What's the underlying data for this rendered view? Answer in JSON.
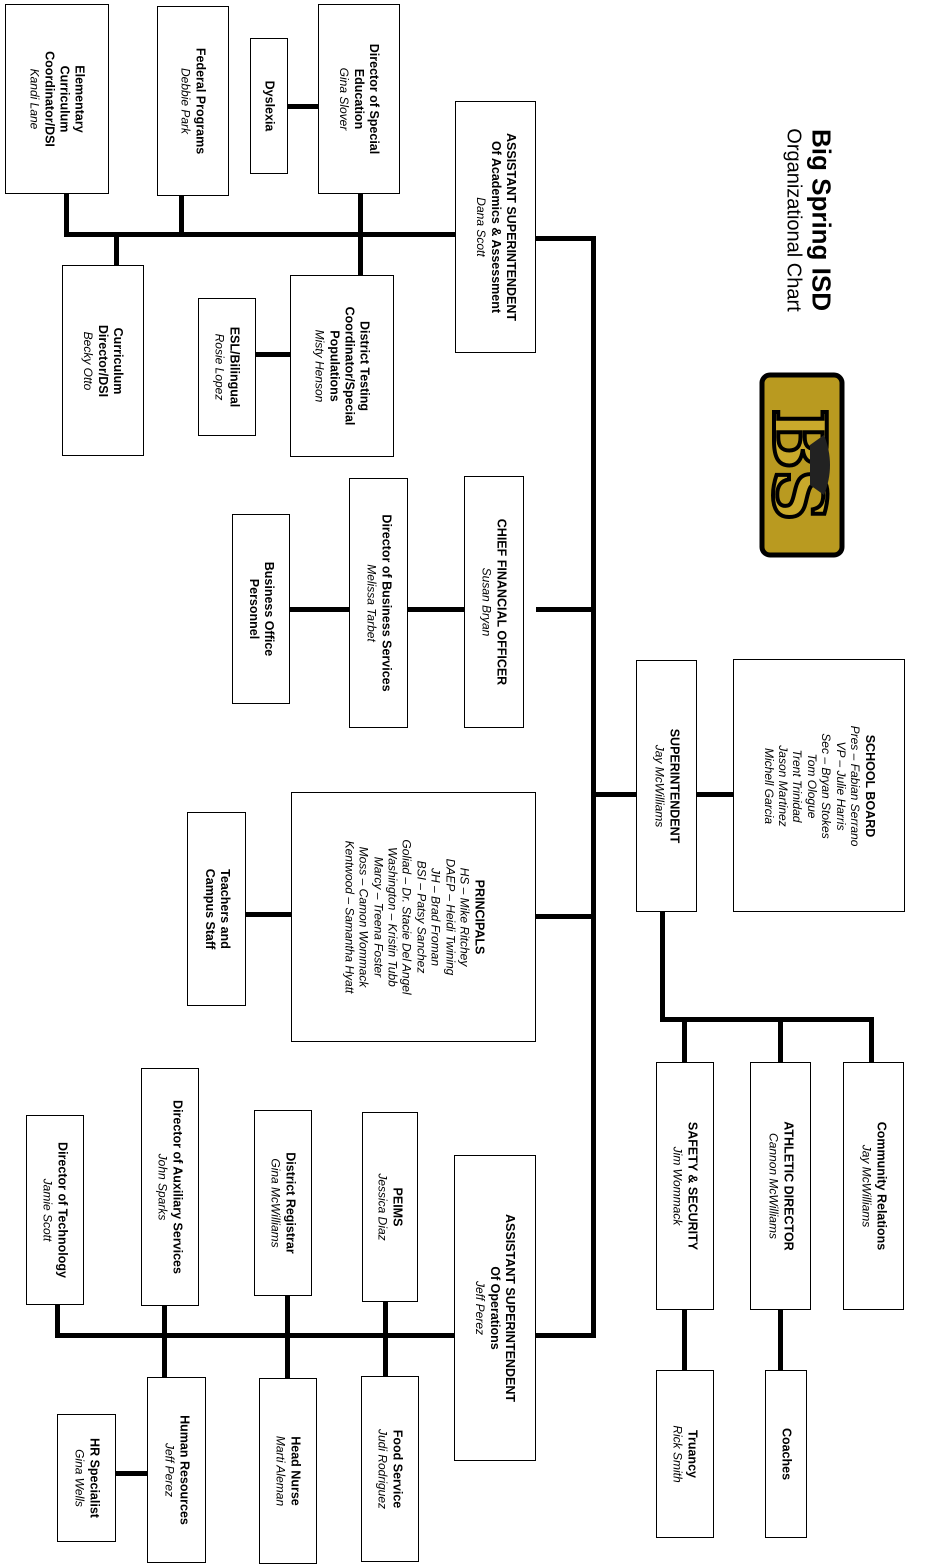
{
  "title": "Big Spring ISD",
  "subtitle": "Organizational Chart",
  "logo": {
    "text": "BS"
  },
  "school_board": {
    "title": "SCHOOL BOARD",
    "members": [
      "Pres – Fabian Serrano",
      "VP – Julie Harris",
      "Sec – Bryan Stokes",
      "Tom Ologue",
      "Trent Trinidad",
      "Jason Martinez",
      "Michell Garcia"
    ]
  },
  "superintendent": {
    "title": "SUPERINTENDENT",
    "name": "Jay McWilliams"
  },
  "community_relations": {
    "title": "Community Relations",
    "name": "Jay McWilliams"
  },
  "athletic_director": {
    "title": "ATHLETIC DIRECTOR",
    "name": "Cannon McWilliams"
  },
  "safety_security": {
    "title": "SAFETY & SECURITY",
    "name": "Jim Wommack"
  },
  "coaches": {
    "title": "Coaches"
  },
  "truancy": {
    "title": "Truancy",
    "name": "Rick Smith"
  },
  "asst_sup_academics": {
    "title1": "ASSISTANT SUPERINTENDENT",
    "title2": "Of Academics & Assessment",
    "name": "Dana Scott"
  },
  "cfo": {
    "title": "CHIEF FINANCIAL OFFICER",
    "name": "Susan Bryan"
  },
  "principals": {
    "title": "PRINCIPALS",
    "members": [
      "HS – Mike Ritchey",
      "DAEP – Heidi Twining",
      "JH – Brad Froman",
      "BSI – Patsy Sanchez",
      "Goliad – Dr. Stacie Del Angel",
      "Washington – Kristin Tubb",
      "Marcy – Treena Foster",
      "Moss – Camon Wommack",
      "Kentwood – Samantha Hyatt"
    ]
  },
  "asst_sup_operations": {
    "title1": "ASSISTANT SUPERINTENDENT",
    "title2": "Of Operations",
    "name": "Jeff Perez"
  },
  "elem_curriculum": {
    "title1": "Elementary",
    "title2": "Curriculum",
    "title3": "Coordinator/DSI",
    "name": "Kandi Lane"
  },
  "federal_programs": {
    "title": "Federal Programs",
    "name": "Debbie Park"
  },
  "dyslexia": {
    "title": "Dyslexia"
  },
  "special_ed": {
    "title1": "Director of Special",
    "title2": "Education",
    "name": "Gina Slover"
  },
  "curriculum_director": {
    "title1": "Curriculum",
    "title2": "Director/DSI",
    "name": "Becky Otto"
  },
  "esl": {
    "title": "ESL/Bilingual",
    "name": "Rosie Lopez"
  },
  "testing": {
    "title1": "District Testing",
    "title2": "Coordinator/Special",
    "title3": "Populations",
    "name": "Misty Henson"
  },
  "business_personnel": {
    "title1": "Business Office",
    "title2": "Personnel"
  },
  "business_services": {
    "title": "Director of Business Services",
    "name": "Melissa Tarbet"
  },
  "teachers": {
    "title1": "Teachers and",
    "title2": "Campus Staff"
  },
  "technology": {
    "title": "Director of Technology",
    "name": "Jamie Scott"
  },
  "auxiliary": {
    "title": "Director of Auxiliary Services",
    "name": "John Sparks"
  },
  "registrar": {
    "title": "District Registrar",
    "name": "Gina McWilliams"
  },
  "peims": {
    "title": "PEIMS",
    "name": "Jessica Diaz"
  },
  "hr_specialist": {
    "title": "HR Specialist",
    "name": "Gina Wells"
  },
  "human_resources": {
    "title": "Human Resources",
    "name": "Jeff Perez"
  },
  "head_nurse": {
    "title": "Head Nurse",
    "name": "Marti Aleman"
  },
  "food_service": {
    "title": "Food Service",
    "name": "Judi Rodriguez"
  }
}
